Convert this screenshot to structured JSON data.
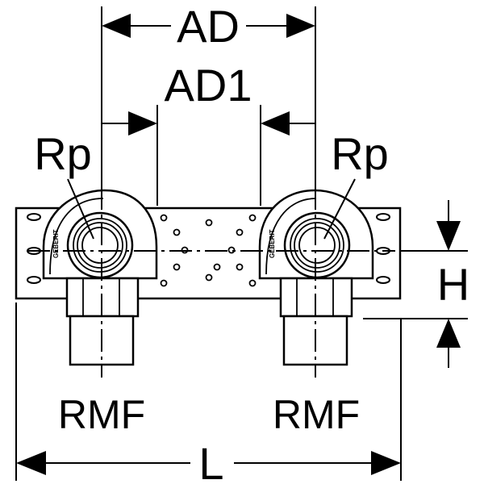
{
  "dimensions": {
    "ad": "AD",
    "ad1": "AD1",
    "rp_left": "Rp",
    "rp_right": "Rp",
    "h": "H",
    "rmf_left": "RMF",
    "rmf_right": "RMF",
    "l": "L"
  },
  "brand": {
    "left": "GEBERIT",
    "right": "GEBERIT"
  },
  "colors": {
    "line": "#000000",
    "fill": "#ffffff"
  }
}
